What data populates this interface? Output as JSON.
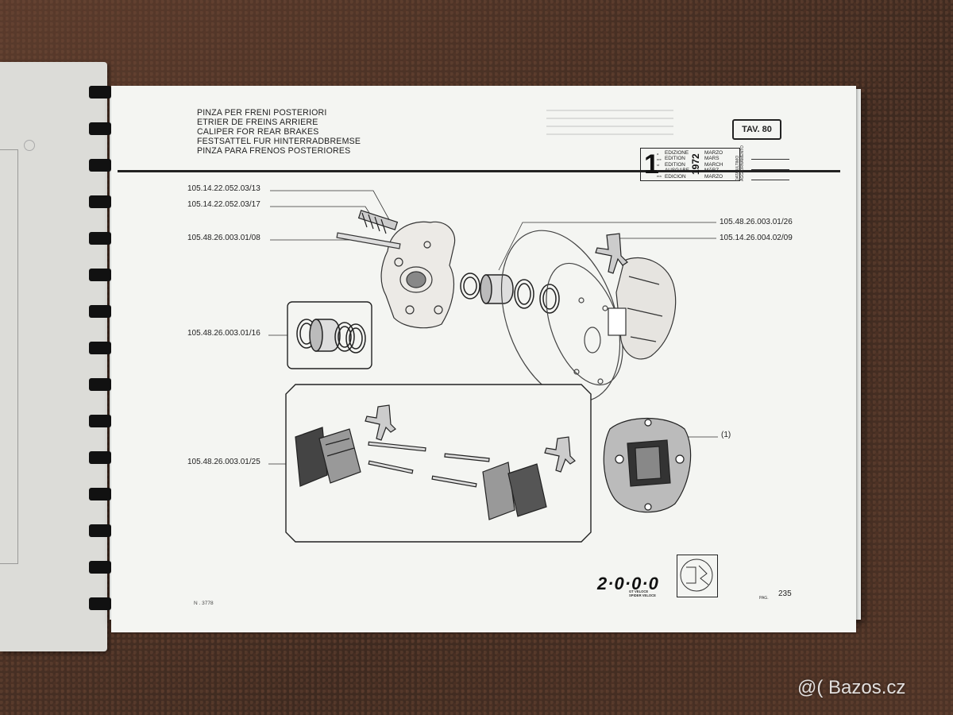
{
  "header": {
    "titles": [
      "PINZA PER FRENI POSTERIORI",
      "ETRIER DE FREINS ARRIERE",
      "CALIPER FOR REAR BRAKES",
      "FESTSATTEL FUR HINTERRADBREMSE",
      "PINZA PARA FRENOS POSTERIORES"
    ],
    "table_label": "TAV. 80"
  },
  "edition": {
    "number": "1",
    "suffixes": [
      "a",
      "ere",
      "st",
      "e",
      "era"
    ],
    "labels": [
      "EDIZIONE",
      "EDITION",
      "EDITION",
      "AUSGABE",
      "EDICION"
    ],
    "year": "1972",
    "months": [
      "MARZO",
      "MARS",
      "MARCH",
      "MÄRZ",
      "MARZO"
    ],
    "side_text": [
      "DATA ULTIMO",
      "AGGIORNAMENTO"
    ]
  },
  "parts": {
    "p1": "105.14.22.052.03/13",
    "p2": "105.14.22.052.03/17",
    "p3": "105.48.26.003.01/08",
    "p4": "105.48.26.003.01/26",
    "p5": "105.14.26.004.02/09",
    "p6": "105.48.26.003.01/16",
    "p7": "105.48.26.003.01/25",
    "note": "(1)"
  },
  "footer": {
    "doc_number": "N . 3778",
    "logo": "2·0·0·0",
    "logo_sub": [
      "GT VELOCE",
      "SPIDER VELOCE"
    ],
    "page_label": "PAG.",
    "page_number": "235"
  },
  "watermark": "@( Bazos.cz"
}
